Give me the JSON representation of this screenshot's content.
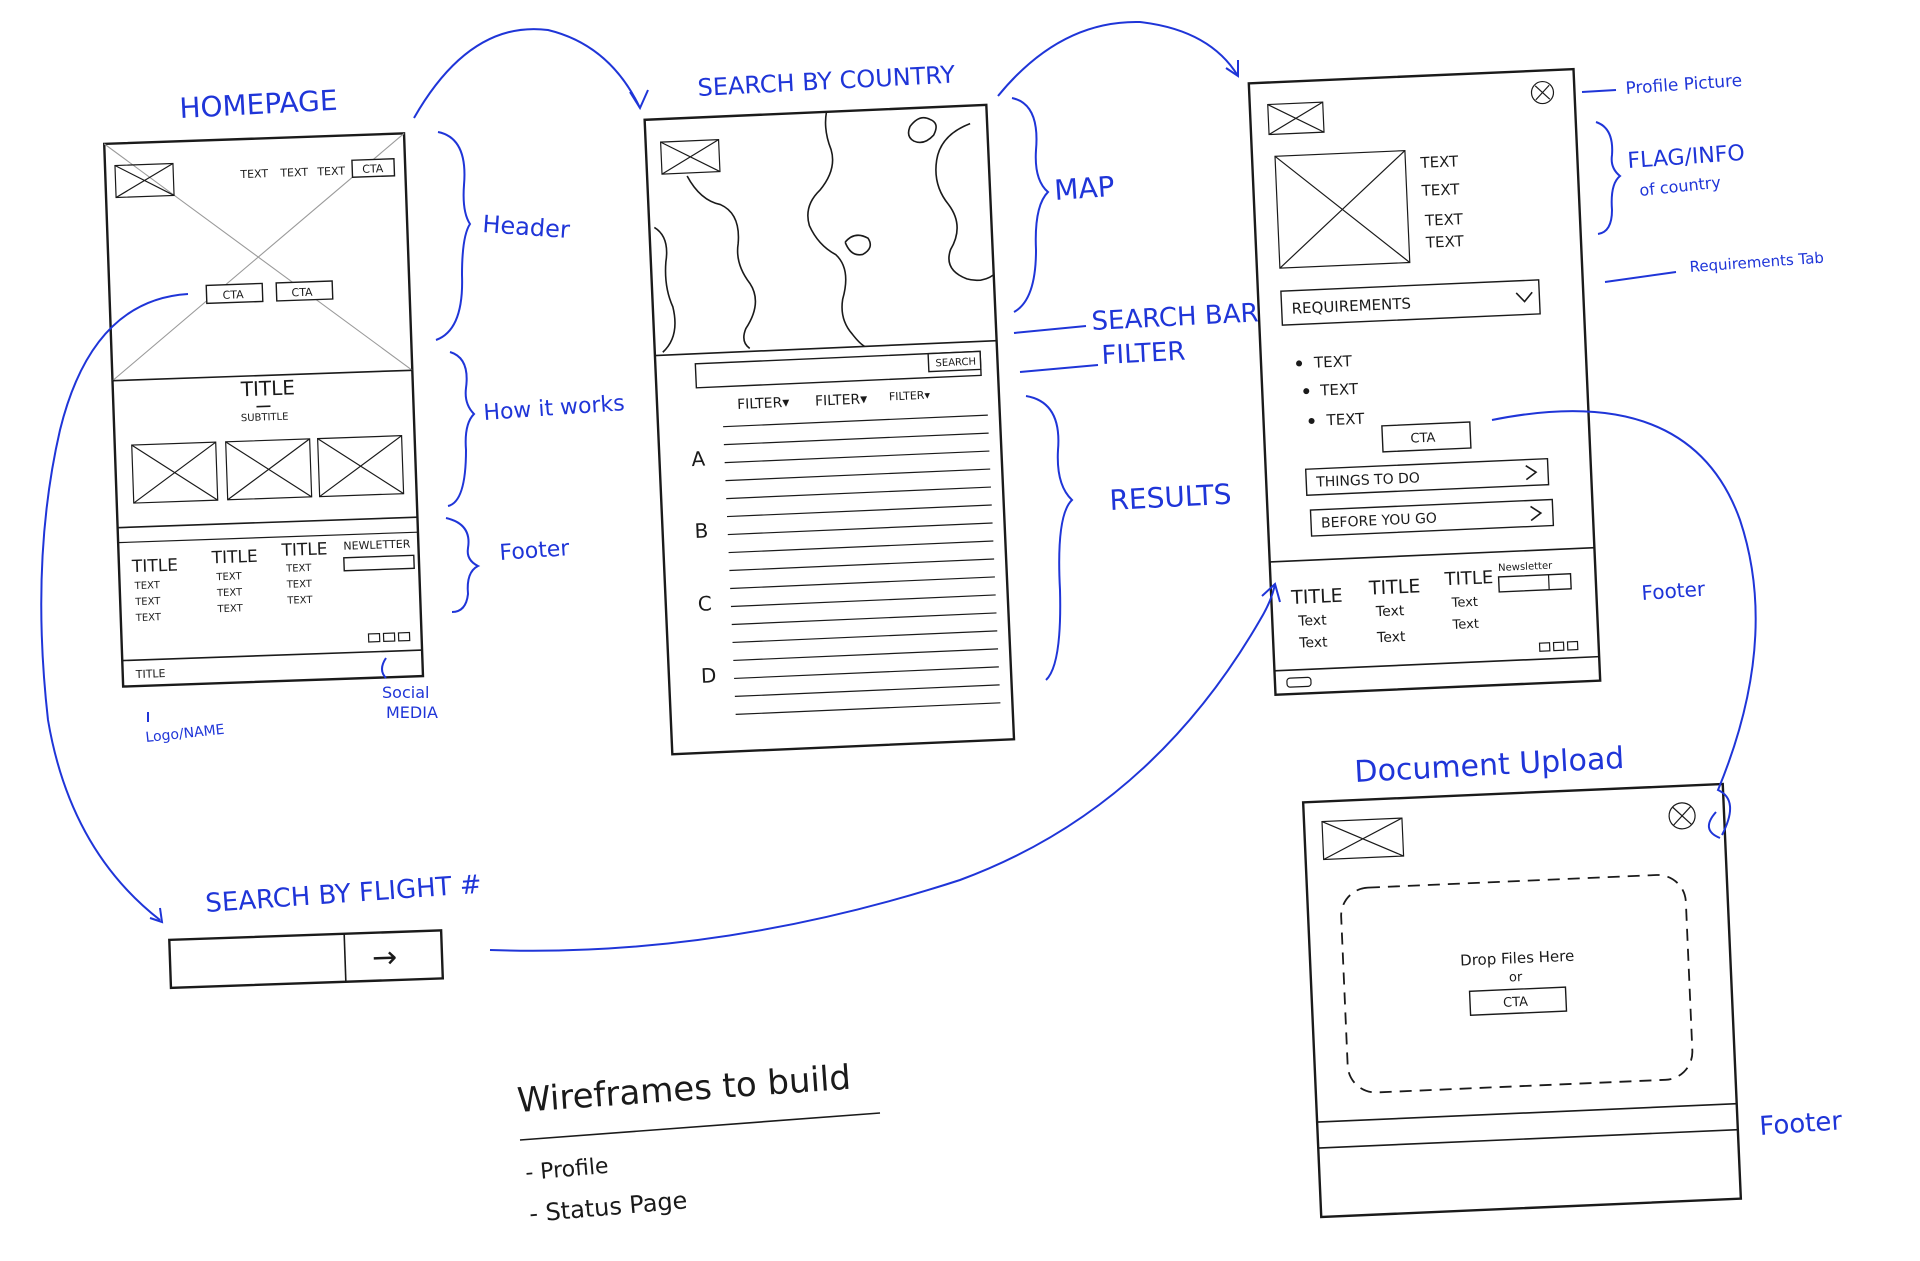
{
  "homepage": {
    "heading": "HOMEPAGE",
    "nav": [
      "TEXT",
      "TEXT",
      "TEXT"
    ],
    "nav_cta": "CTA",
    "hero_ctas": [
      "CTA",
      "CTA"
    ],
    "section_title": "TITLE",
    "section_subtitle": "SUBTITLE",
    "footer_columns": [
      {
        "title": "TITLE",
        "items": [
          "TEXT",
          "TEXT",
          "TEXT"
        ]
      },
      {
        "title": "TITLE",
        "items": [
          "TEXT",
          "TEXT",
          "TEXT"
        ]
      },
      {
        "title": "TITLE",
        "items": [
          "TEXT",
          "TEXT",
          "TEXT"
        ]
      }
    ],
    "newsletter": "NEWLETTER",
    "footer_title": "TITLE"
  },
  "homepage_notes": {
    "header": "Header",
    "how_it_works": "How it works",
    "footer": "Footer",
    "logo_name": "Logo/NAME",
    "social_media_1": "Social",
    "social_media_2": "MEDIA"
  },
  "search_country": {
    "heading": "SEARCH BY COUNTRY",
    "search_button": "SEARCH",
    "filters": [
      "FILTER▾",
      "FILTER▾",
      "FILTER▾"
    ],
    "result_groups": [
      "A",
      "B",
      "C",
      "D"
    ]
  },
  "search_country_notes": {
    "map": "MAP",
    "search_bar": "SEARCH BAR",
    "filter": "FILTER",
    "results": "RESULTS"
  },
  "country_page": {
    "info_lines": [
      "TEXT",
      "TEXT",
      "TEXT",
      "TEXT"
    ],
    "requirements_label": "REQUIREMENTS",
    "bullets": [
      "TEXT",
      "TEXT",
      "TEXT"
    ],
    "cta": "CTA",
    "links": [
      "THINGS TO DO",
      "BEFORE YOU GO"
    ],
    "footer_columns": [
      {
        "title": "TITLE",
        "items": [
          "Text",
          "Text"
        ]
      },
      {
        "title": "TITLE",
        "items": [
          "Text",
          "Text"
        ]
      },
      {
        "title": "TITLE",
        "items": [
          "Text",
          "Text"
        ]
      }
    ],
    "newsletter": "Newsletter"
  },
  "country_page_notes": {
    "profile_picture": "Profile Picture",
    "flag_info_1": "FLAG/INFO",
    "flag_info_2": "of country",
    "requirements_tab": "Requirements Tab",
    "footer": "Footer"
  },
  "document_upload": {
    "heading": "Document Upload",
    "drop_text": "Drop Files Here",
    "or_text": "or",
    "cta": "CTA",
    "footer_note": "Footer"
  },
  "flight_search": {
    "heading": "SEARCH BY FLIGHT #",
    "arrow": "→"
  },
  "todo": {
    "title": "Wireframes to build",
    "items": [
      "- Profile",
      "- Status Page"
    ]
  },
  "colors": {
    "annotation": "#1f35d8",
    "ink": "#1a1a1a"
  }
}
